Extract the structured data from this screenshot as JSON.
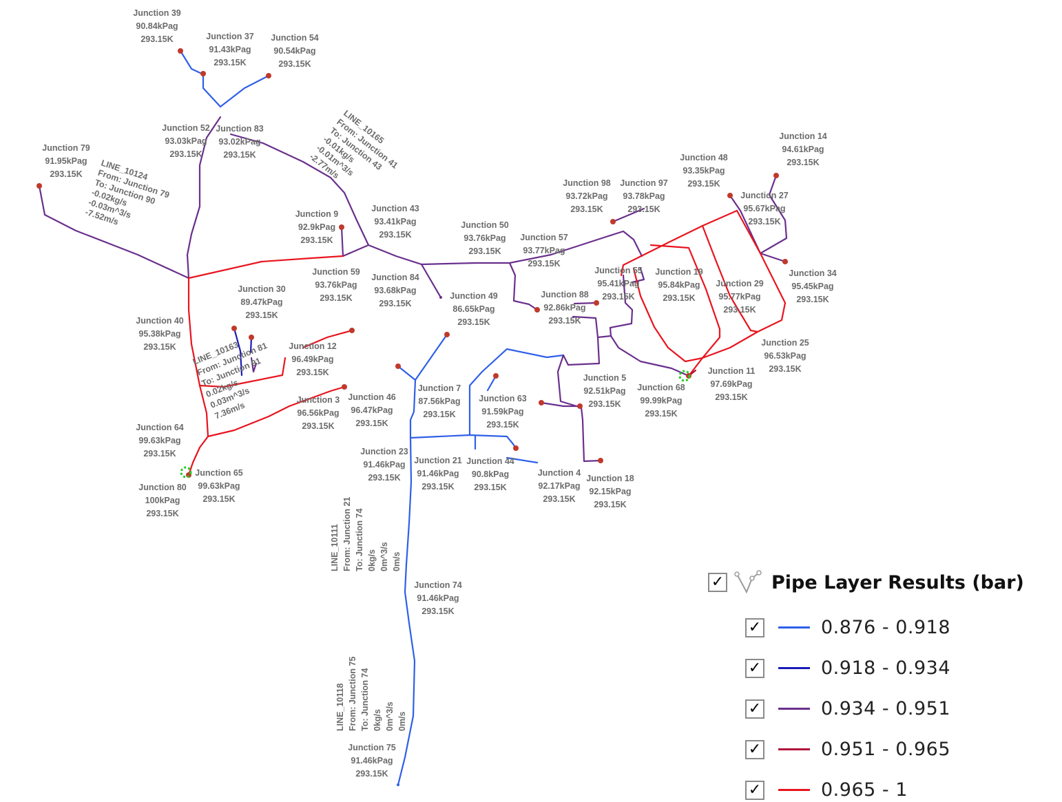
{
  "map": {
    "colors": {
      "c1": "#2f5fe8",
      "c2": "#1a1ab8",
      "c3": "#6a2f8c",
      "c4": "#b0103a",
      "c5": "#e8141e",
      "node": "#c0392b",
      "anchor": "#22cc22"
    },
    "junctions": [
      {
        "name": "Junction 39",
        "pressure": "90.84kPag",
        "temp": "293.15K"
      },
      {
        "name": "Junction 37",
        "pressure": "91.43kPag",
        "temp": "293.15K"
      },
      {
        "name": "Junction 54",
        "pressure": "90.54kPag",
        "temp": "293.15K"
      },
      {
        "name": "Junction 52",
        "pressure": "93.03kPag",
        "temp": "293.15K"
      },
      {
        "name": "Junction 83",
        "pressure": "93.02kPag",
        "temp": "293.15K"
      },
      {
        "name": "Junction 79",
        "pressure": "91.95kPag",
        "temp": "293.15K"
      },
      {
        "name": "Junction 9",
        "pressure": "92.9kPag",
        "temp": "293.15K"
      },
      {
        "name": "Junction 43",
        "pressure": "93.41kPag",
        "temp": "293.15K"
      },
      {
        "name": "Junction 59",
        "pressure": "93.76kPag",
        "temp": "293.15K"
      },
      {
        "name": "Junction 84",
        "pressure": "93.68kPag",
        "temp": "293.15K"
      },
      {
        "name": "Junction 50",
        "pressure": "93.76kPag",
        "temp": "293.15K"
      },
      {
        "name": "Junction 57",
        "pressure": "93.77kPag",
        "temp": "293.15K"
      },
      {
        "name": "Junction 98",
        "pressure": "93.72kPag",
        "temp": "293.15K"
      },
      {
        "name": "Junction 97",
        "pressure": "93.78kPag",
        "temp": "293.15K"
      },
      {
        "name": "Junction 48",
        "pressure": "93.35kPag",
        "temp": "293.15K"
      },
      {
        "name": "Junction 14",
        "pressure": "94.61kPag",
        "temp": "293.15K"
      },
      {
        "name": "Junction 27",
        "pressure": "95.67kPag",
        "temp": "293.15K"
      },
      {
        "name": "Junction 55",
        "pressure": "95.41kPag",
        "temp": "293.15K"
      },
      {
        "name": "Junction 19",
        "pressure": "95.84kPag",
        "temp": "293.15K"
      },
      {
        "name": "Junction 29",
        "pressure": "95.77kPag",
        "temp": "293.15K"
      },
      {
        "name": "Junction 34",
        "pressure": "95.45kPag",
        "temp": "293.15K"
      },
      {
        "name": "Junction 88",
        "pressure": "92.86kPag",
        "temp": "293.15K"
      },
      {
        "name": "Junction 30",
        "pressure": "89.47kPag",
        "temp": "293.15K"
      },
      {
        "name": "Junction 49",
        "pressure": "86.65kPag",
        "temp": "293.15K"
      },
      {
        "name": "Junction 40",
        "pressure": "95.38kPag",
        "temp": "293.15K"
      },
      {
        "name": "Junction 12",
        "pressure": "96.49kPag",
        "temp": "293.15K"
      },
      {
        "name": "Junction 25",
        "pressure": "96.53kPag",
        "temp": "293.15K"
      },
      {
        "name": "Junction 11",
        "pressure": "97.69kPag",
        "temp": "293.15K"
      },
      {
        "name": "Junction 7",
        "pressure": "87.56kPag",
        "temp": "293.15K"
      },
      {
        "name": "Junction 5",
        "pressure": "92.51kPag",
        "temp": "293.15K"
      },
      {
        "name": "Junction 68",
        "pressure": "99.99kPag",
        "temp": "293.15K"
      },
      {
        "name": "Junction 46",
        "pressure": "96.47kPag",
        "temp": "293.15K"
      },
      {
        "name": "Junction 3",
        "pressure": "96.56kPag",
        "temp": "293.15K"
      },
      {
        "name": "Junction 63",
        "pressure": "91.59kPag",
        "temp": "293.15K"
      },
      {
        "name": "Junction 64",
        "pressure": "99.63kPag",
        "temp": "293.15K"
      },
      {
        "name": "Junction 23",
        "pressure": "91.46kPag",
        "temp": "293.15K"
      },
      {
        "name": "Junction 21",
        "pressure": "91.46kPag",
        "temp": "293.15K"
      },
      {
        "name": "Junction 44",
        "pressure": "90.8kPag",
        "temp": "293.15K"
      },
      {
        "name": "Junction 4",
        "pressure": "92.17kPag",
        "temp": "293.15K"
      },
      {
        "name": "Junction 18",
        "pressure": "92.15kPag",
        "temp": "293.15K"
      },
      {
        "name": "Junction 65",
        "pressure": "99.63kPag",
        "temp": "293.15K"
      },
      {
        "name": "Junction 80",
        "pressure": "100kPag",
        "temp": "293.15K"
      },
      {
        "name": "Junction 74",
        "pressure": "91.46kPag",
        "temp": "293.15K"
      },
      {
        "name": "Junction 75",
        "pressure": "91.46kPag",
        "temp": "293.15K"
      }
    ],
    "lines": [
      {
        "id": "LINE_10165",
        "from": "From: Junction 41",
        "to": "To: Junction 43",
        "mass": "-0.01kg/s",
        "vol": "-0.01m^3/s",
        "vel": "-2.77m/s"
      },
      {
        "id": "LINE_10124",
        "from": "From: Junction 79",
        "to": "To: Junction 90",
        "mass": "-0.02kg/s",
        "vol": "-0.03m^3/s",
        "vel": "-7.52m/s"
      },
      {
        "id": "LINE_10163",
        "from": "From: Junction 81",
        "to": "To: Junction 91",
        "mass": "0.02kg/s",
        "vol": "0.03m^3/s",
        "vel": "7.36m/s"
      },
      {
        "id": "LINE_10111",
        "from": "From: Junction 21",
        "to": "To: Junction 74",
        "mass": "0kg/s",
        "vol": "0m^3/s",
        "vel": "0m/s"
      },
      {
        "id": "LINE_10118",
        "from": "From: Junction 75",
        "to": "To: Junction 74",
        "mass": "0kg/s",
        "vol": "0m^3/s",
        "vel": "0m/s"
      }
    ]
  },
  "legend": {
    "title": "Pipe Layer Results (bar)",
    "checkmark": "✓",
    "layer_icon": "polyline-layer-icon",
    "classes": [
      {
        "range": "0.876 - 0.918",
        "color": "#2f5fe8"
      },
      {
        "range": "0.918 - 0.934",
        "color": "#1a1ab8"
      },
      {
        "range": "0.934 - 0.951",
        "color": "#6a2f8c"
      },
      {
        "range": "0.951 - 0.965",
        "color": "#b0103a"
      },
      {
        "range": "0.965 - 1",
        "color": "#e8141e"
      }
    ]
  }
}
